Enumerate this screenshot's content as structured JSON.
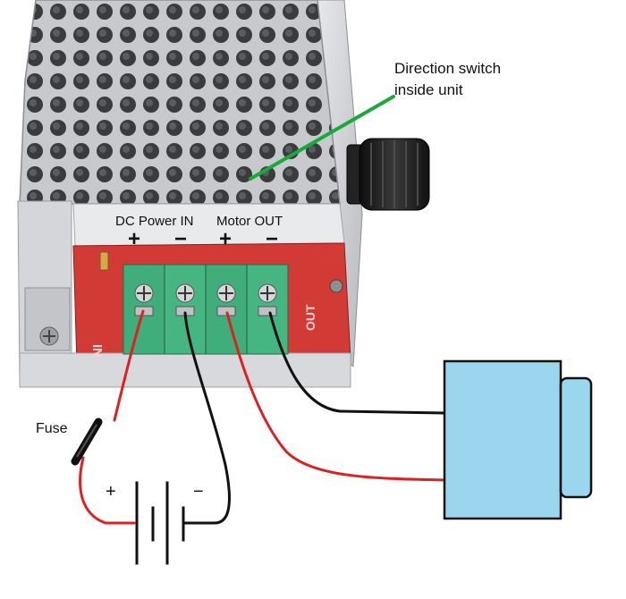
{
  "annotations": {
    "direction_switch_line1": "Direction switch",
    "direction_switch_line2": "inside unit",
    "fuse": "Fuse"
  },
  "panel_labels": {
    "dc_power_in": "DC Power IN",
    "motor_out": "Motor OUT",
    "in_plus": "+",
    "in_minus": "−",
    "out_plus": "+",
    "out_minus": "−"
  },
  "pcb_labels": {
    "in": "IN",
    "out": "OUT"
  },
  "battery": {
    "plus": "+",
    "minus": "−"
  },
  "colors": {
    "wire_positive": "#e02020",
    "wire_negative": "#111111",
    "pointer": "#1aaa3a",
    "motor": "#9ad7ee",
    "terminal_block": "#3fae7a",
    "pcb": "#d23a35",
    "metal_case": "#c9cbcf",
    "knob": "#1b1b1b"
  }
}
